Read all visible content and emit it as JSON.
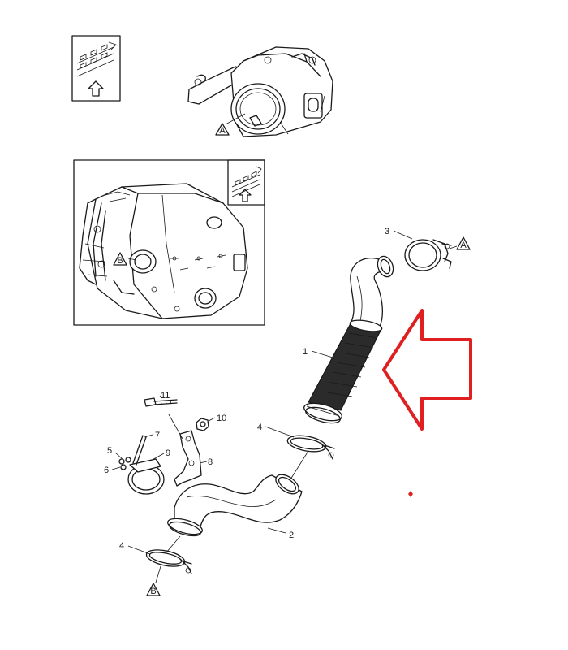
{
  "callouts": {
    "n1": "1",
    "n2": "2",
    "n3": "3",
    "n4a": "4",
    "n4b": "4",
    "n5": "5",
    "n6": "6",
    "n7": "7",
    "n8": "8",
    "n9": "9",
    "n10": "10",
    "n11": "11"
  },
  "refs": {
    "top_a": "A",
    "right_a": "A",
    "inset_b": "B",
    "bottom_b": "B"
  },
  "icons": [
    "orientation-grid-icon",
    "arrow-up-icon",
    "large-red-arrow-icon"
  ],
  "colors": {
    "line": "#1a1a1a",
    "arrow": "#e02020",
    "hose": "#2b2b2b"
  }
}
